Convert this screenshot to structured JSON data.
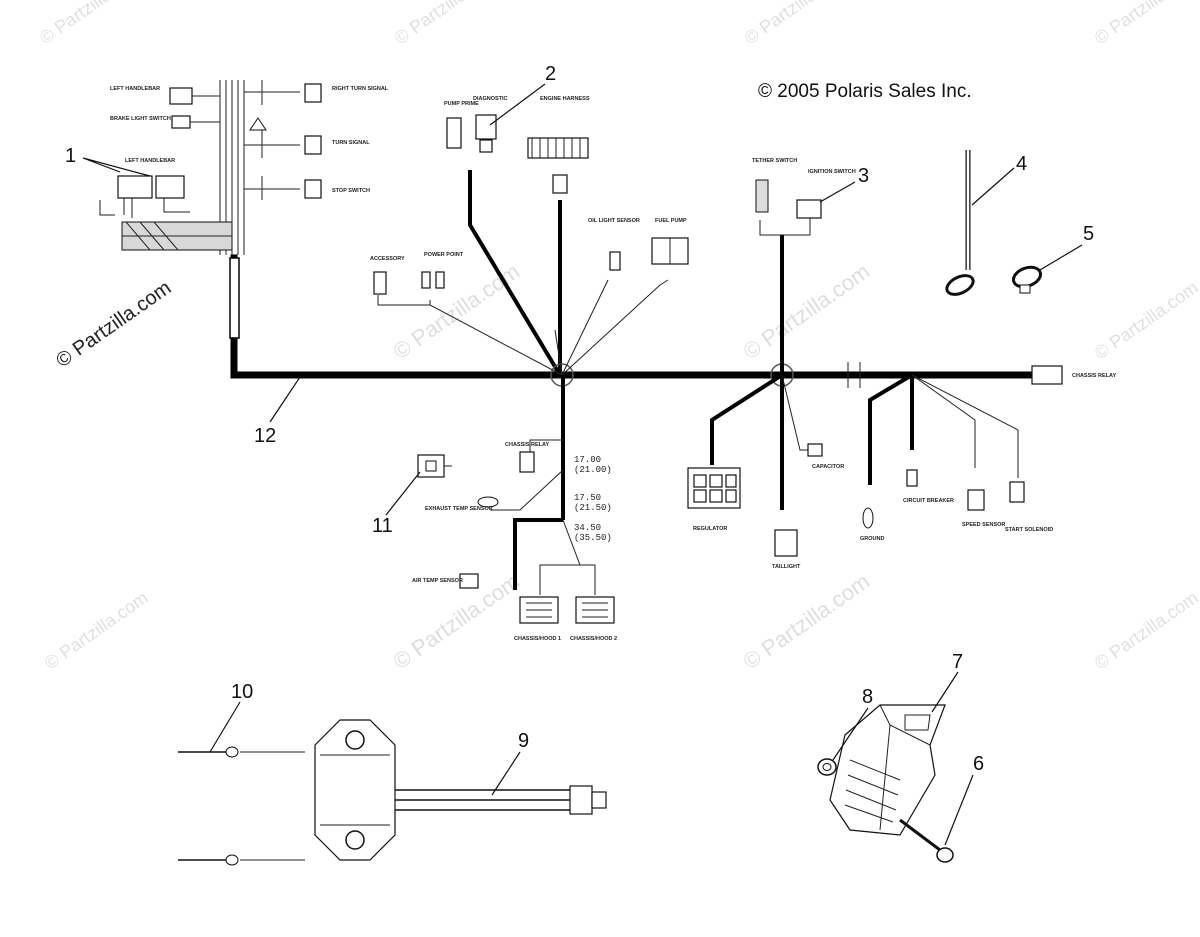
{
  "copyright": "© 2005 Polaris Sales Inc.",
  "watermarks": [
    "© Partzilla.com",
    "© Partzilla.com",
    "© Partzilla.com",
    "© Partzilla.com",
    "© Partzilla.com",
    "© Partzilla.com",
    "© Partzilla.com",
    "© Partzilla.com"
  ],
  "callouts": [
    "1",
    "2",
    "3",
    "4",
    "5",
    "6",
    "7",
    "8",
    "9",
    "10",
    "11",
    "12"
  ],
  "labels": {
    "left_handlebar_top": "LEFT HANDLEBAR",
    "brake_light_switch": "BRAKE LIGHT SWITCH",
    "left_handlebar": "LEFT HANDLEBAR",
    "right_turn_signal": "RIGHT TURN SIGNAL",
    "turn_signal": "TURN SIGNAL",
    "stop_switch": "STOP SWITCH",
    "pump_prime": "PUMP PRIME",
    "diagnostic": "DIAGNOSTIC",
    "engine_harness": "ENGINE HARNESS",
    "oil_light_sensor": "OIL LIGHT SENSOR",
    "fuel_pump": "FUEL PUMP",
    "accessory": "ACCESSORY",
    "power_point": "POWER POINT",
    "tether_switch": "TETHER SWITCH",
    "ignition_switch": "IGNITION SWITCH",
    "chassis_relay_right": "CHASSIS RELAY",
    "chassis_relay_left": "CHASSIS RELAY",
    "regulator": "REGULATOR",
    "capacitor": "CAPACITOR",
    "ground": "GROUND",
    "circuit_breaker": "CIRCUIT BREAKER",
    "speed_sensor": "SPEED SENSOR",
    "start_solenoid": "START SOLENOID",
    "taillight": "TAILLIGHT",
    "exhaust_temp_sensor": "EXHAUST TEMP SENSOR",
    "air_temp_sensor": "AIR TEMP SENSOR",
    "chassis_hood_1": "CHASSIS/HOOD 1",
    "chassis_hood_2": "CHASSIS/HOOD 2",
    "dim1": "17.00",
    "dim1b": "(21.00)",
    "dim2": "17.50",
    "dim2b": "(21.50)",
    "dim3": "34.50",
    "dim3b": "(35.50)"
  }
}
